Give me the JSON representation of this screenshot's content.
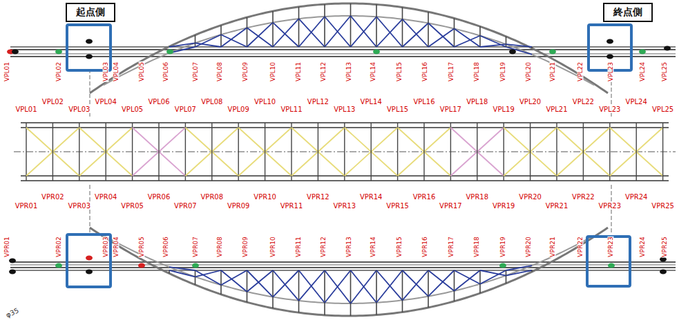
{
  "diagram": {
    "nodes": [
      {
        "text": [
          "起点側"
        ]
      },
      {
        "text": [
          "終点側"
        ]
      }
    ],
    "labels": [
      "VPL01",
      "VPL02",
      "VPL03",
      "VPL04",
      "VPL05",
      "VPL06",
      "VPL07",
      "VPL08",
      "VPL09",
      "VPL10",
      "VPL11",
      "VPL12",
      "VPL13",
      "VPL14",
      "VPL15",
      "VPL16",
      "VPL17",
      "VPL18",
      "VPL19",
      "VPL20",
      "VPL21",
      "VPL22",
      "VPL23",
      "VPL24",
      "VPL25",
      "VPL01",
      "VPL02",
      "VPL03",
      "VPL04",
      "VPL05",
      "VPL06",
      "VPL07",
      "VPL08",
      "VPL09",
      "VPL10",
      "VPL11",
      "VPL12",
      "VPL13",
      "VPL14",
      "VPL15",
      "VPL16",
      "VPL17",
      "VPL18",
      "VPL19",
      "VPL20",
      "VPL21",
      "VPL22",
      "VPL23",
      "VPL24",
      "VPL25",
      "VPR01",
      "VPR02",
      "VPR03",
      "VPR04",
      "VPR05",
      "VPR06",
      "VPR07",
      "VPR08",
      "VPR09",
      "VPR10",
      "VPR11",
      "VPR12",
      "VPR13",
      "VPR14",
      "VPR15",
      "VPR16",
      "VPR17",
      "VPR18",
      "VPR19",
      "VPR20",
      "VPR21",
      "VPR22",
      "VPR23",
      "VPR24",
      "VPR25",
      "VPR01",
      "VPR02",
      "VPR03",
      "VPR04",
      "VPR05",
      "VPR06",
      "VPR07",
      "VPR08",
      "VPR09",
      "VPR10",
      "VPR11",
      "VPR12",
      "VPR13",
      "VPR14",
      "VPR15",
      "VPR16",
      "VPR17",
      "VPR18",
      "VPR19",
      "VPR20",
      "VPR21",
      "VPR22",
      "VPR23",
      "VPR24",
      "VPR25",
      "φ35"
    ]
  }
}
